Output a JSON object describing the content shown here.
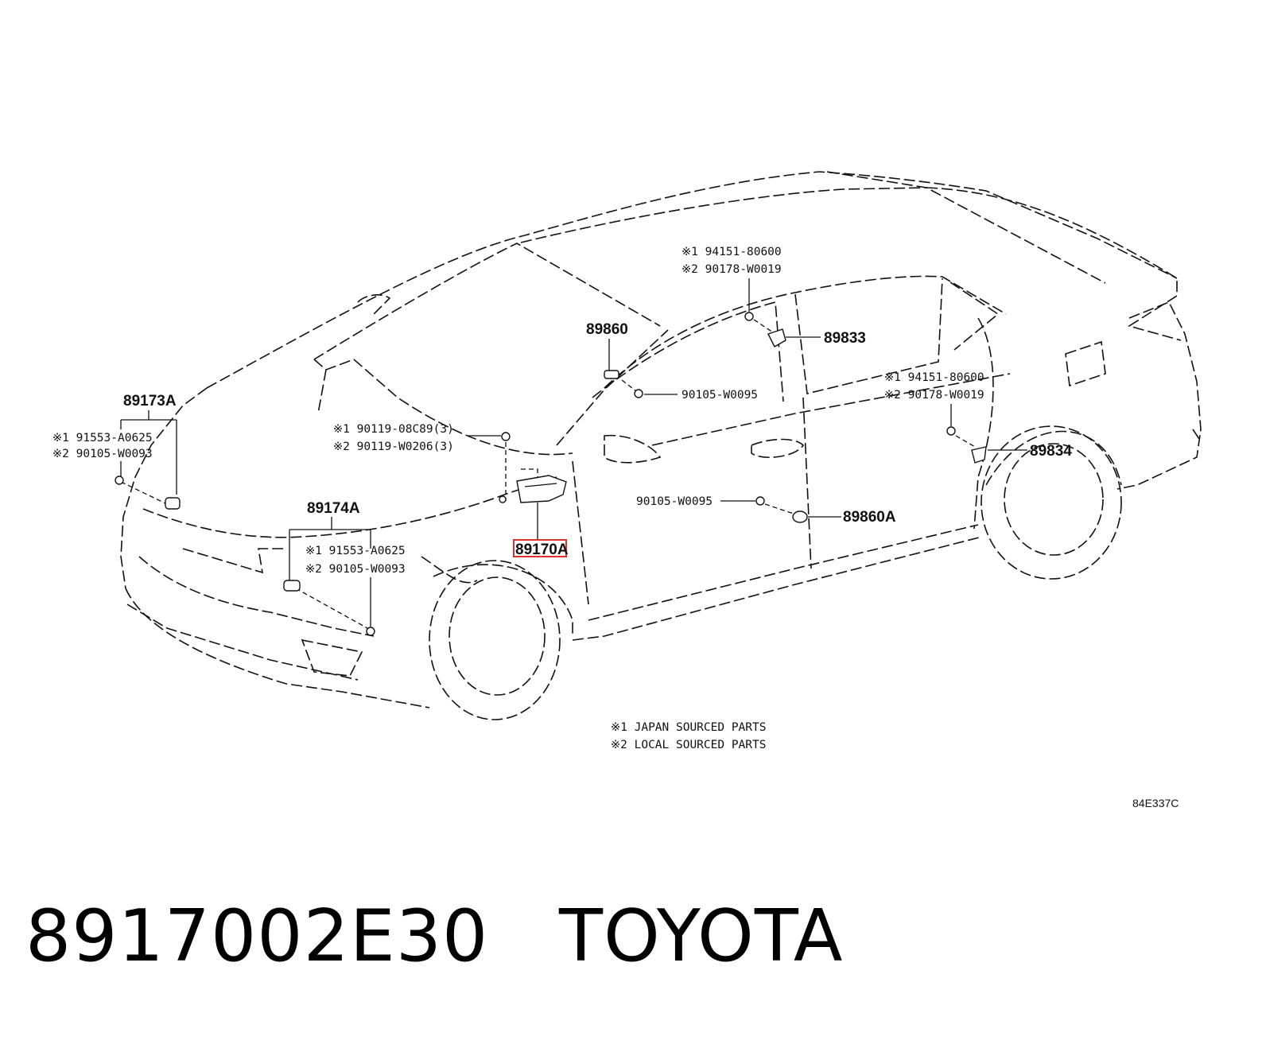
{
  "parts": {
    "p89173A": "89173A",
    "p89173A_jp": "※1 91553-A0625",
    "p89173A_local": "※2 90105-W0093",
    "p89174A": "89174A",
    "p89174A_jp": "※1 91553-A0625",
    "p89174A_local": "※2 90105-W0093",
    "bolt_jp": "※1  90119-08C89(3)",
    "bolt_local": "※2  90119-W0206(3)",
    "p89170A": "89170A",
    "p89860": "89860",
    "p90105_upper": "90105-W0095",
    "upper_jp": "※1  94151-80600",
    "upper_local": "※2  90178-W0019",
    "p89833": "89833",
    "rear_jp": "※1  94151-80600",
    "rear_local": "※2  90178-W0019",
    "p89834": "89834",
    "p90105_lower": "90105-W0095",
    "p89860A": "89860A"
  },
  "notes": {
    "note1": "※1  JAPAN SOURCED PARTS",
    "note2": "※2  LOCAL SOURCED PARTS"
  },
  "diagram_code": "84E337C",
  "highlighted_part": "89170A",
  "highlight_color": "#e0312f",
  "caption": "8917002E30   TOYOTA"
}
